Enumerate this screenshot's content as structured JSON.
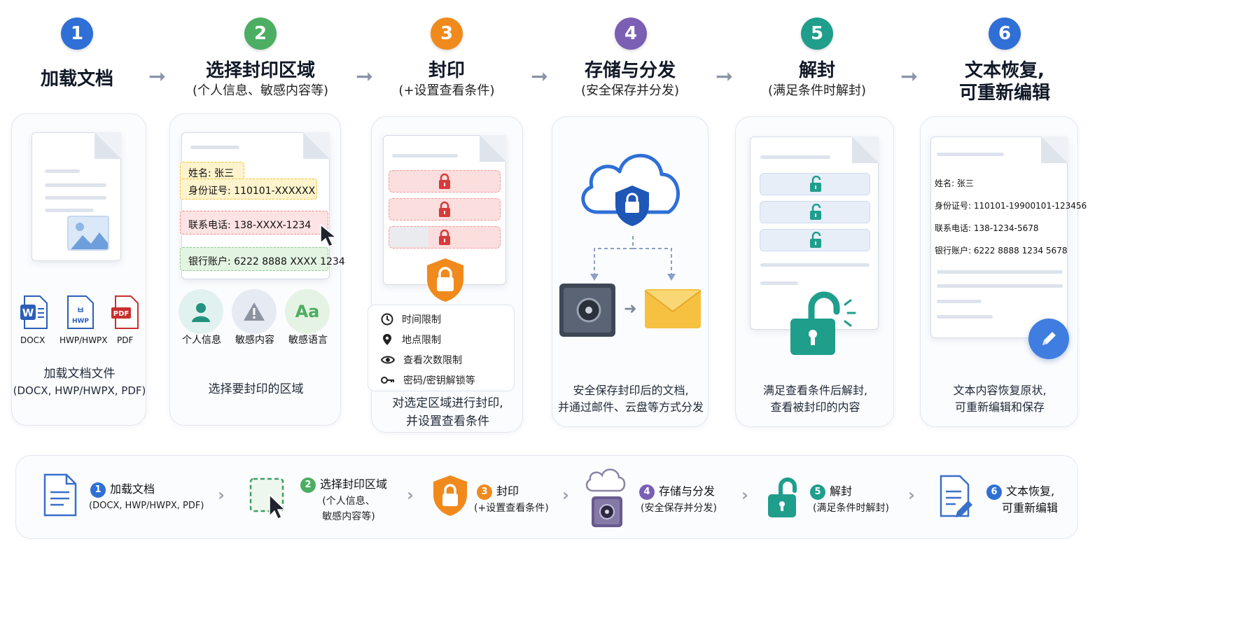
{
  "colors": {
    "step1": "#2f6fd6",
    "step2": "#4cae62",
    "step3": "#f08a1c",
    "step4": "#7a5fb5",
    "step5": "#1f9e8c",
    "step6": "#2f6fd6"
  },
  "steps": [
    {
      "number": "1",
      "title": "加载文档",
      "subtitle": "",
      "caption_l1": "加载文档文件",
      "caption_l2": "(DOCX, HWP/HWPX, PDF)"
    },
    {
      "number": "2",
      "title": "选择封印区域",
      "subtitle": "(个人信息、敏感内容等)",
      "caption_l1": "选择要封印的区域",
      "caption_l2": ""
    },
    {
      "number": "3",
      "title": "封印",
      "subtitle": "(+设置查看条件)",
      "caption_l1": "对选定区域进行封印,",
      "caption_l2": "并设置查看条件"
    },
    {
      "number": "4",
      "title": "存储与分发",
      "subtitle": "(安全保存并分发)",
      "caption_l1": "安全保存封印后的文档,",
      "caption_l2": "并通过邮件、云盘等方式分发"
    },
    {
      "number": "5",
      "title": "解封",
      "subtitle": "(满足条件时解封)",
      "caption_l1": "满足查看条件后解封,",
      "caption_l2": "查看被封印的内容"
    },
    {
      "number": "6",
      "title": "文本恢复,",
      "title_l2": "可重新编辑",
      "subtitle": "",
      "caption_l1": "文本内容恢复原状,",
      "caption_l2": "可重新编辑和保存"
    }
  ],
  "formats": [
    {
      "icon": "docx-icon",
      "label": "DOCX",
      "tag": "W"
    },
    {
      "icon": "hwp-icon",
      "label": "HWP/HWPX",
      "tag": "HWP"
    },
    {
      "icon": "pdf-icon",
      "label": "PDF",
      "tag": "PDF"
    }
  ],
  "selection_fields": {
    "name": "姓名:  张三",
    "id": "身份证号:  110101-XXXXXX",
    "phone_tag": "联系电话",
    "phone": "联系电话:  138-XXXX-1234",
    "bank_tag": "银行账户",
    "bank": "银行账户:  6222 8888 XXXX 1234"
  },
  "categories": [
    {
      "icon": "person-icon",
      "label": "个人信息"
    },
    {
      "icon": "warning-icon",
      "label": "敏感内容"
    },
    {
      "icon": "text-icon",
      "label": "敏感语言",
      "glyph": "Aa"
    }
  ],
  "conditions": [
    {
      "icon": "clock-icon",
      "label": "时间限制"
    },
    {
      "icon": "location-icon",
      "label": "地点限制"
    },
    {
      "icon": "eye-icon",
      "label": "查看次数限制"
    },
    {
      "icon": "key-icon",
      "label": "密码/密钥解锁等"
    }
  ],
  "restored_fields": {
    "name": "姓名:  张三",
    "id": "身份证号:  110101-19900101-123456",
    "phone": "联系电话:  138-1234-5678",
    "bank": "银行账户:  6222 8888 1234 5678"
  },
  "bottom_bar": [
    {
      "number": "1",
      "title": "加载文档",
      "sub": "(DOCX, HWP/HWPX, PDF)"
    },
    {
      "number": "2",
      "title": "选择封印区域",
      "sub_l1": "(个人信息、",
      "sub_l2": "敏感内容等)"
    },
    {
      "number": "3",
      "title": "封印",
      "sub": "(+设置查看条件)"
    },
    {
      "number": "4",
      "title": "存储与分发",
      "sub": "(安全保存并分发)"
    },
    {
      "number": "5",
      "title": "解封",
      "sub": "(满足条件时解封)"
    },
    {
      "number": "6",
      "title": "文本恢复,",
      "sub": "可重新编辑"
    }
  ]
}
